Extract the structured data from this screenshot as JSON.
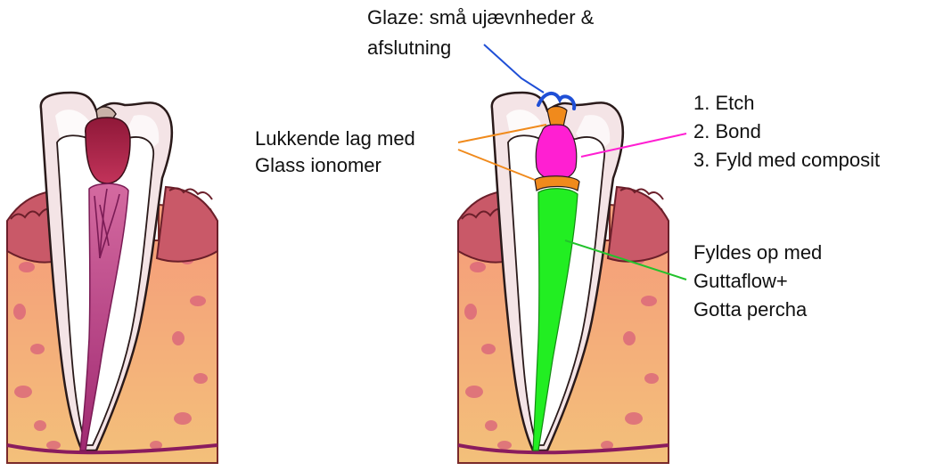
{
  "diagram": {
    "labels": {
      "glaze_line1": "Glaze: små ujævnheder &",
      "glaze_line2": "afslutning",
      "seal_line1": "Lukkende lag med",
      "seal_line2": "Glass ionomer",
      "step1": "1. Etch",
      "step2": "2. Bond",
      "step3": "3. Fyld med composit",
      "fill_line1": "Fyldes op med",
      "fill_line2": "Guttaflow+",
      "fill_line3": "Gotta percha"
    },
    "colors": {
      "glaze": "#1f4fd6",
      "glass_ionomer": "#f08a1c",
      "composite": "#ff1fd2",
      "guttaflow": "#22ee22",
      "pulp": "#b0205a",
      "gum": "#cf5f6c",
      "bone": "#f4b678",
      "enamel": "#f3dfe0"
    }
  }
}
